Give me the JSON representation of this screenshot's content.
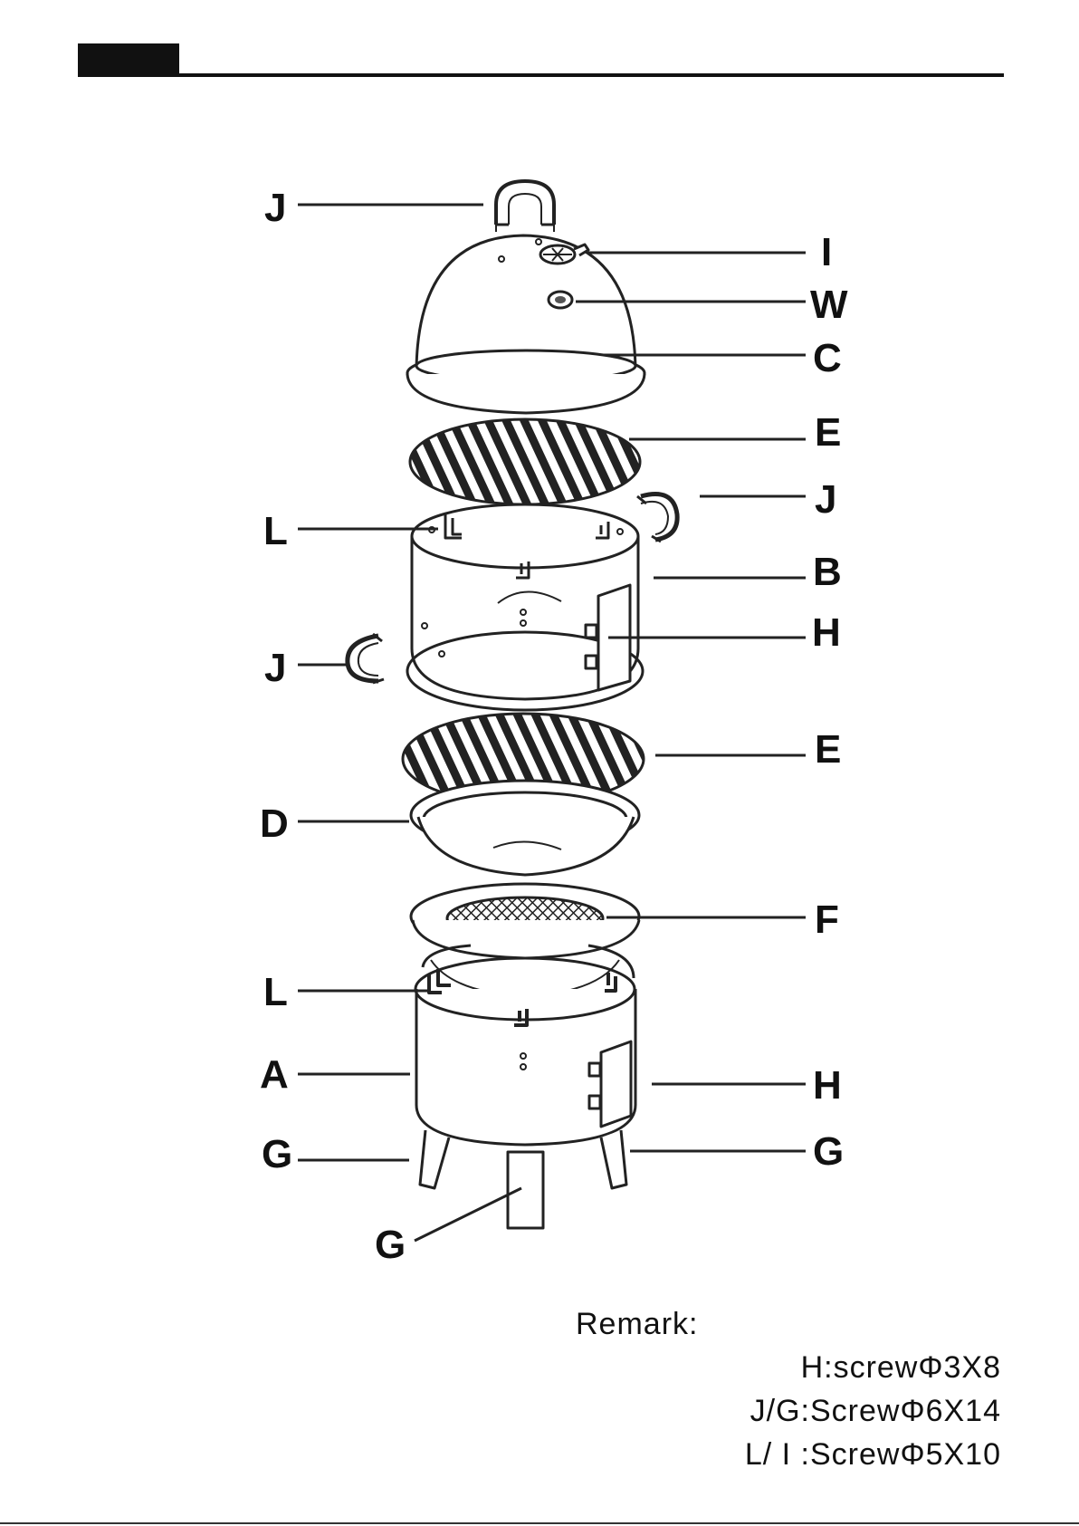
{
  "callouts": [
    {
      "id": "j-top",
      "label": "J"
    },
    {
      "id": "i",
      "label": "I"
    },
    {
      "id": "w",
      "label": "W"
    },
    {
      "id": "c",
      "label": "C"
    },
    {
      "id": "e-top",
      "label": "E"
    },
    {
      "id": "j-right",
      "label": "J"
    },
    {
      "id": "l-top",
      "label": "L"
    },
    {
      "id": "b",
      "label": "B"
    },
    {
      "id": "h-top",
      "label": "H"
    },
    {
      "id": "j-left",
      "label": "J"
    },
    {
      "id": "e-bottom",
      "label": "E"
    },
    {
      "id": "d",
      "label": "D"
    },
    {
      "id": "f",
      "label": "F"
    },
    {
      "id": "l-bottom",
      "label": "L"
    },
    {
      "id": "a",
      "label": "A"
    },
    {
      "id": "h-bottom",
      "label": "H"
    },
    {
      "id": "g-left",
      "label": "G"
    },
    {
      "id": "g-right",
      "label": "G"
    },
    {
      "id": "g-front",
      "label": "G"
    }
  ],
  "remark": {
    "title": "Remark:",
    "lines": [
      "H:screwΦ3X8",
      "J/G:ScrewΦ6X14",
      "L/ I :ScrewΦ5X10"
    ]
  }
}
